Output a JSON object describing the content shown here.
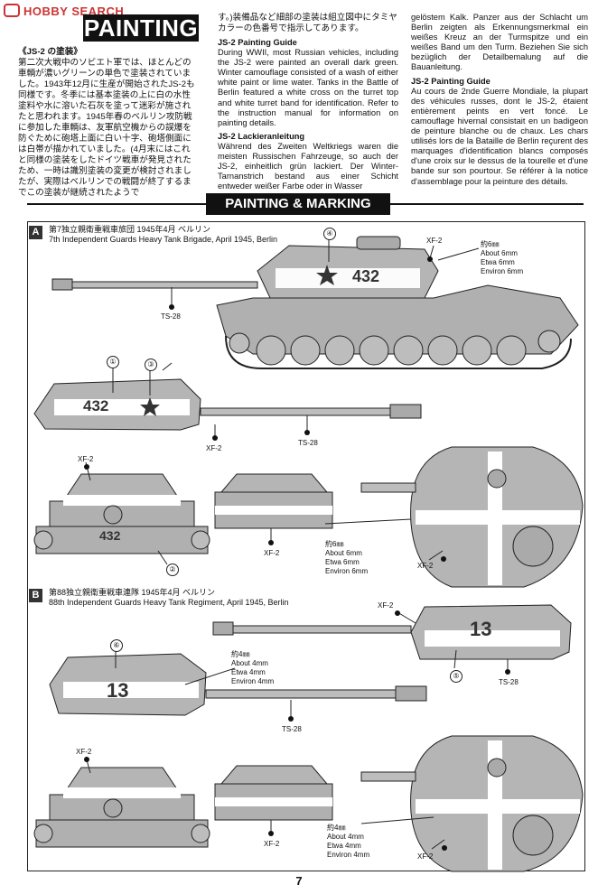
{
  "watermark": "HOBBY SEARCH",
  "header": {
    "title": "PAINTING"
  },
  "col1": {
    "jp_heading": "《JS-2 の塗装》",
    "jp_body": "第二次大戦中のソビエト軍では、ほとんどの車輌が濃いグリーンの単色で塗装されていました。1943年12月に生産が開始されたJS-2も同様です。冬季には基本塗装の上に白の水性塗料や水に溶いた石灰を塗って迷彩が施されたと思われます。1945年春のベルリン攻防戦に参加した車輌は、友軍航空機からの誤爆を防ぐために砲塔上面に白い十字、砲塔側面には白帯が描かれていました。(4月末にはこれと同様の塗装をしたドイツ戦車が発見されたため、一時は識別塗装の変更が検討されましたが、実際はベルリンでの戦闘が終了するまでこの塗装が継続されたようで"
  },
  "col2": {
    "jp_cont": "す。)装備品など細部の塗装は組立図中にタミヤカラーの色番号で指示してあります。",
    "en_heading": "JS-2 Painting Guide",
    "en_body": "During WWII, most Russian vehicles, including the JS-2 were painted an overall dark green. Winter camouflage consisted of a wash of either white paint or lime water. Tanks in the Battle of Berlin featured a white cross on the turret top and white turret band for identification. Refer to the instruction manual for information on painting details.",
    "de_heading": "JS-2 Lackieranleitung",
    "de_body": "Während des Zweiten Weltkriegs waren die meisten Russischen Fahrzeuge, so auch der JS-2, einheitlich grün lackiert. Der Winter-Tarnanstrich bestand aus einer Schicht entweder weißer Farbe oder in Wasser"
  },
  "col3": {
    "de_cont": "gelöstem Kalk. Panzer aus der Schlacht um Berlin zeigten als Erkennungsmerkmal ein weißes Kreuz an der Turmspitze und ein weißes Band um den Turm. Beziehen Sie sich bezüglich der Detailbemalung auf die Bauanleitung.",
    "fr_heading": "JS-2 Painting Guide",
    "fr_body": "Au cours de 2nde Guerre Mondiale, la plupart des véhicules russes, dont le JS-2, étaient entièrement peints en vert foncé. Le camouflage hivernal consistait en un badigeon de peinture blanche ou de chaux. Les chars utilisés lors de la Bataille de Berlin reçurent des marquages d'identification blancs composés d'une croix sur le dessus de la tourelle et d'une bande sur son pourtour. Se référer à la notice d'assemblage pour la peinture des détails."
  },
  "banner": {
    "title": "PAINTING & MARKING"
  },
  "section_a": {
    "letter": "A",
    "jp_title": "第7独立親衛重戦車旅団 1945年4月 ベルリン",
    "en_title": "7th Independent Guards Heavy Tank Brigade, April 1945, Berlin",
    "tank_number": "432",
    "callouts": [
      "④",
      "①",
      "③",
      "②"
    ],
    "paint_xf2": "XF-2",
    "paint_ts28": "TS-28",
    "width_labels": [
      "約6㎜",
      "About 6mm",
      "Etwa 6mm",
      "Environ 6mm"
    ]
  },
  "section_b": {
    "letter": "B",
    "jp_title": "第88独立親衛重戦車連隊 1945年4月 ベルリン",
    "en_title": "88th Independent Guards Heavy Tank Regiment, April 1945, Berlin",
    "tank_number": "13",
    "callouts": [
      "⑥",
      "⑤"
    ],
    "paint_xf2": "XF-2",
    "paint_ts28": "TS-28",
    "width_labels": [
      "約4㎜",
      "About 4mm",
      "Etwa 4mm",
      "Environ 4mm"
    ]
  },
  "page_number": "7",
  "colors": {
    "ink": "#111111",
    "tank_gray": "#b9b9b9",
    "tank_dark": "#8a8a8a",
    "white": "#ffffff"
  }
}
